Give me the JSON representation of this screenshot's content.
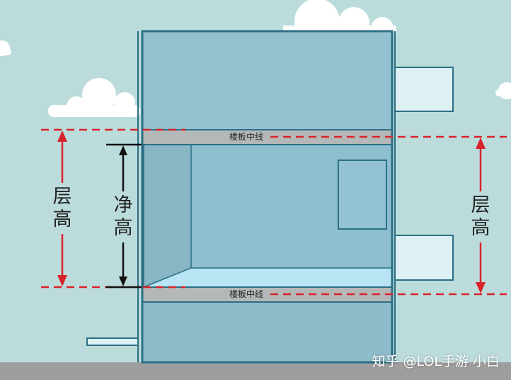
{
  "labels": {
    "floor_height": [
      "层",
      "高"
    ],
    "clear_height": [
      "净",
      "高"
    ],
    "slab_centerline": "楼板中线"
  },
  "watermark": "知乎 @LOL手游 小白",
  "colors": {
    "sky": "#bcdcdc",
    "building": "#8fbccb",
    "outline": "#2b6f85",
    "slab": "#b4b8b8",
    "floor_surface": "#b9e4f4",
    "dimension_line": "#d8232a",
    "ground": "#9e9e9e",
    "cloud": "#ffffff"
  }
}
